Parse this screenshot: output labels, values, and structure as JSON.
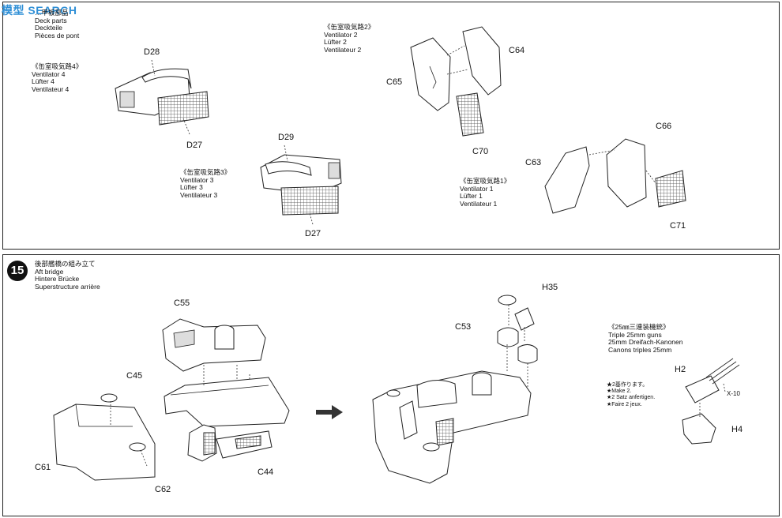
{
  "watermark": {
    "text": "模型 SEARCH",
    "sub": "模型 SEARCH"
  },
  "top": {
    "header": [
      "…甲板部品",
      "Deck parts",
      "Deckteile",
      "Pièces de pont"
    ],
    "vent4": [
      "《缶室吸気路4》",
      "Ventilator 4",
      "Lüfter 4",
      "Ventilateur 4"
    ],
    "vent3": [
      "《缶室吸気路3》",
      "Ventilator 3",
      "Lüfter 3",
      "Ventilateur 3"
    ],
    "vent2": [
      "《缶室吸気路2》",
      "Ventilator 2",
      "Lüfter 2",
      "Ventilateur 2"
    ],
    "vent1": [
      "《缶室吸気路1》",
      "Ventilator 1",
      "Lüfter 1",
      "Ventilateur 1"
    ],
    "labels": {
      "d28": "D28",
      "d27a": "D27",
      "d29": "D29",
      "d27b": "D27",
      "c64": "C64",
      "c65": "C65",
      "c70": "C70",
      "c63": "C63",
      "c66": "C66",
      "c71": "C71"
    }
  },
  "bottom": {
    "step_number": "15",
    "header": [
      "後部艦橋の組み立て",
      "Aft bridge",
      "Hintere Brücke",
      "Superstructure arrière"
    ],
    "guns": [
      "《25㎜三連装機銃》",
      "Triple 25mm guns",
      "25mm Dreifach-Kanonen",
      "Canons triples 25mm"
    ],
    "note": [
      "★2基作ります。",
      "★Make 2.",
      "★2 Satz anfertigen.",
      "★Faire 2 jeux."
    ],
    "labels": {
      "c55": "C55",
      "c45": "C45",
      "c61": "C61",
      "c62": "C62",
      "c44": "C44",
      "h35": "H35",
      "c53": "C53",
      "h2": "H2",
      "x10": "X-10",
      "h4": "H4"
    }
  }
}
